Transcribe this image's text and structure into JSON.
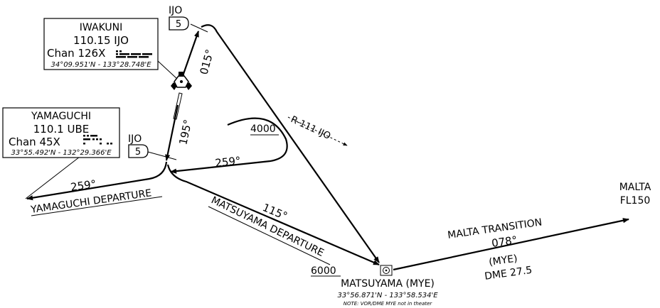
{
  "iwakuni": {
    "name": "IWAKUNI",
    "freq_ident": "110.15  IJO",
    "channel": "Chan 126X",
    "coords": "34°09.951'N - 133°28.748'E"
  },
  "yamaguchi": {
    "name": "YAMAGUCHI",
    "freq_ident": "110.1  UBE",
    "channel": "Chan 45X",
    "coords": "33°55.492'N - 132°29.366'E"
  },
  "fix_top": {
    "ident": "IJO",
    "dme": "5"
  },
  "fix_left": {
    "ident": "IJO",
    "dme": "5"
  },
  "radials": {
    "r015": "015°",
    "r195": "195°",
    "r259_upper": "259°",
    "r259_lower": "259°",
    "r115": "115°",
    "r111": "R-111 IJO",
    "alt_4000": "4000"
  },
  "departures": {
    "yamaguchi": "YAMAGUCHI DEPARTURE",
    "matsuyama": "MATSUYAMA DEPARTURE",
    "alt_6000": "6000"
  },
  "matsuyama": {
    "name": "MATSUYAMA (MYE)",
    "coords": "33°56.871'N - 133°58.534'E",
    "note": "NOTE: VOR/DME MYE not in theater"
  },
  "malta": {
    "name": "MALTA",
    "altitude": "FL150",
    "transition": "MALTA TRANSITION",
    "course": "078°",
    "ref": "(MYE)",
    "dme": "DME 27.5"
  },
  "colors": {
    "ink": "#000000",
    "paper": "#ffffff"
  }
}
